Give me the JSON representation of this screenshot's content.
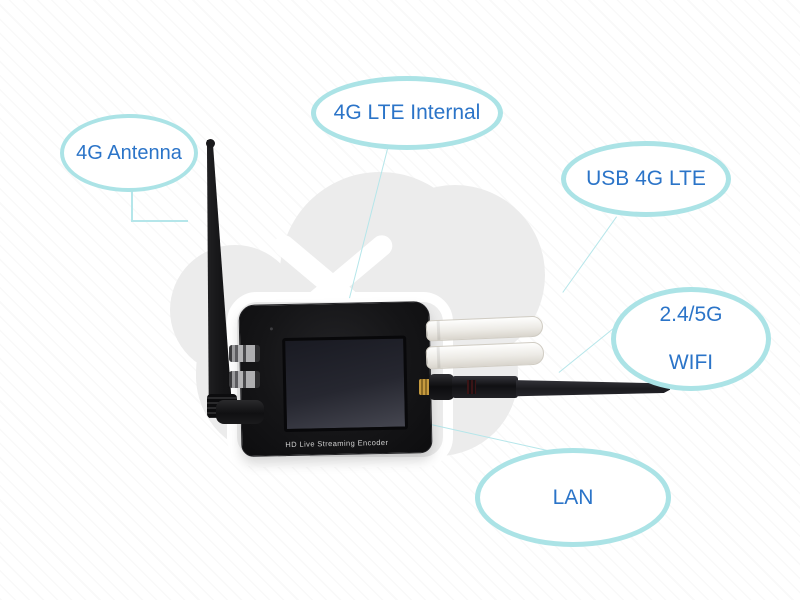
{
  "callouts": {
    "antenna": {
      "label": "4G Antenna"
    },
    "lte_internal": {
      "label": "4G LTE Internal"
    },
    "usb_lte": {
      "label": "USB 4G LTE"
    },
    "wifi": {
      "line1": "2.4/5G",
      "line2": "WIFI"
    },
    "lan": {
      "label": "LAN"
    }
  },
  "device": {
    "front_label": "HD Live Streaming Encoder"
  },
  "colors": {
    "bubble_border": "#abe3e6",
    "label_text": "#2b74c8",
    "connector_line": "#b5e6ea",
    "watermark_gray": "#ececec",
    "device_black": "#151517"
  }
}
